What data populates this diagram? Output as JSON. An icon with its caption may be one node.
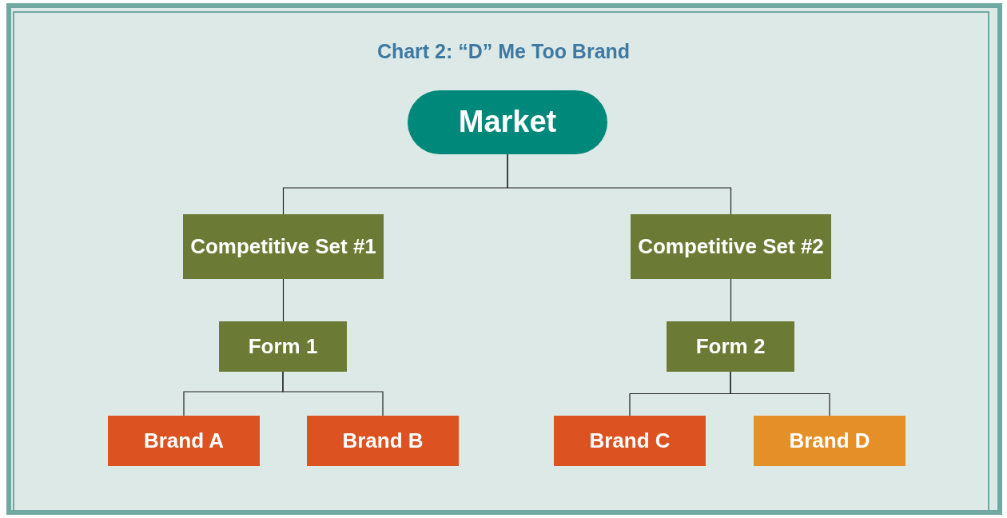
{
  "diagram": {
    "title": "Chart 2: “D” Me Too Brand",
    "nodes": [
      {
        "text": [
          "Market"
        ]
      },
      {
        "text": [
          "Competitive Set #1"
        ]
      },
      {
        "text": [
          "Competitive Set #2"
        ]
      },
      {
        "text": [
          "Form 1"
        ]
      },
      {
        "text": [
          "Form 2"
        ]
      },
      {
        "text": [
          "Brand A"
        ]
      },
      {
        "text": [
          "Brand B"
        ]
      },
      {
        "text": [
          "Brand C"
        ]
      },
      {
        "text": [
          "Brand D"
        ]
      }
    ],
    "edges": [
      {
        "from": 0,
        "to": 1,
        "arrow": "none"
      },
      {
        "from": 0,
        "to": 2,
        "arrow": "none"
      },
      {
        "from": 1,
        "to": 3,
        "arrow": "none"
      },
      {
        "from": 2,
        "to": 4,
        "arrow": "none"
      },
      {
        "from": 3,
        "to": 5,
        "arrow": "none"
      },
      {
        "from": 3,
        "to": 6,
        "arrow": "none"
      },
      {
        "from": 4,
        "to": 7,
        "arrow": "none"
      },
      {
        "from": 4,
        "to": 8,
        "arrow": "none"
      }
    ]
  }
}
